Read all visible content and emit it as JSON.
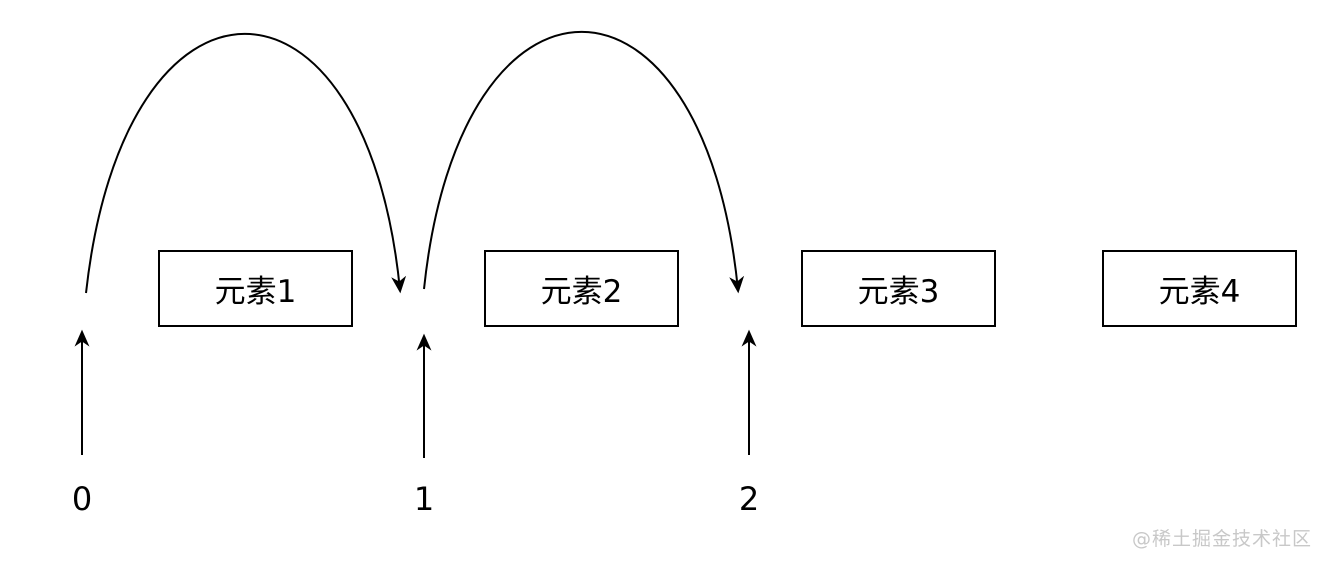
{
  "diagram": {
    "title": "array-shift-jump-diagram",
    "background_color": "#ffffff",
    "line_color": "#000000",
    "elements": [
      {
        "label": "元素1"
      },
      {
        "label": "元素2"
      },
      {
        "label": "元素3"
      },
      {
        "label": "元素4"
      }
    ],
    "indices": [
      {
        "label": "0"
      },
      {
        "label": "1"
      },
      {
        "label": "2"
      }
    ],
    "jumps": [
      {
        "from": "0",
        "to": "1"
      },
      {
        "from": "1",
        "to": "2"
      }
    ],
    "watermark": {
      "text": "@稀土掘金技术社区",
      "color": "#c8c8c8"
    }
  }
}
